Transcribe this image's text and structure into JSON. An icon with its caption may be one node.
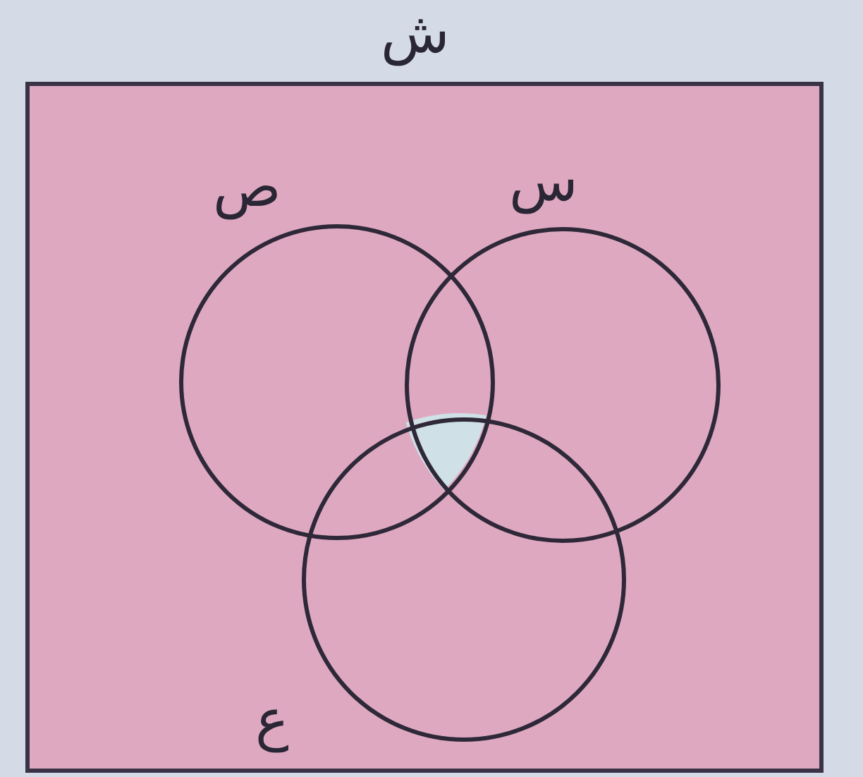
{
  "diagram": {
    "nodes": [
      {
        "text": [
          "ش"
        ]
      },
      {
        "text": [
          "ص"
        ],
        "in": 0
      },
      {
        "text": [
          "س"
        ],
        "in": 0
      },
      {
        "text": [
          "ع"
        ],
        "in": 0
      }
    ],
    "edges": []
  }
}
